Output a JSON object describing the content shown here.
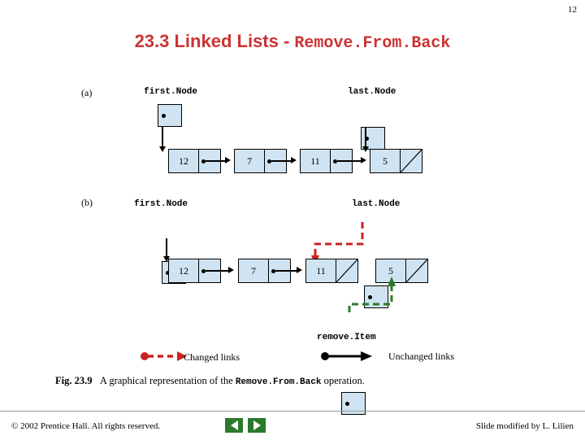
{
  "page_number": "12",
  "title": {
    "prefix": "23.3  Linked Lists - ",
    "mono": "Remove.From.Back"
  },
  "parts": {
    "a": {
      "label": "(a)",
      "first_node_label": "first.Node",
      "last_node_label": "last.Node",
      "node_values": [
        "12",
        "7",
        "11",
        "5"
      ]
    },
    "b": {
      "label": "(b)",
      "first_node_label": "first.Node",
      "last_node_label": "last.Node",
      "node_values": [
        "12",
        "7",
        "11",
        "5"
      ],
      "remove_item_label": "remove.Item"
    }
  },
  "legend": {
    "changed_links": "Changed links",
    "unchanged_links": "Unchanged links"
  },
  "caption": {
    "figure": "Fig. 23.9",
    "text_before": "A graphical representation of the ",
    "mono": "Remove.From.Back",
    "text_after": " operation."
  },
  "footer": {
    "copyright": "© 2002 Prentice Hall. All rights reserved.",
    "credit": "Slide modified by L. Lilien",
    "prev_icon": "triangle-left-icon",
    "next_icon": "triangle-right-icon"
  },
  "colors": {
    "title": "#cc3333",
    "node_fill": "#cfe3f2",
    "changed_link": "#cc2222",
    "remove_link": "#2b7a2b",
    "nav_button": "#2b7a2b"
  }
}
